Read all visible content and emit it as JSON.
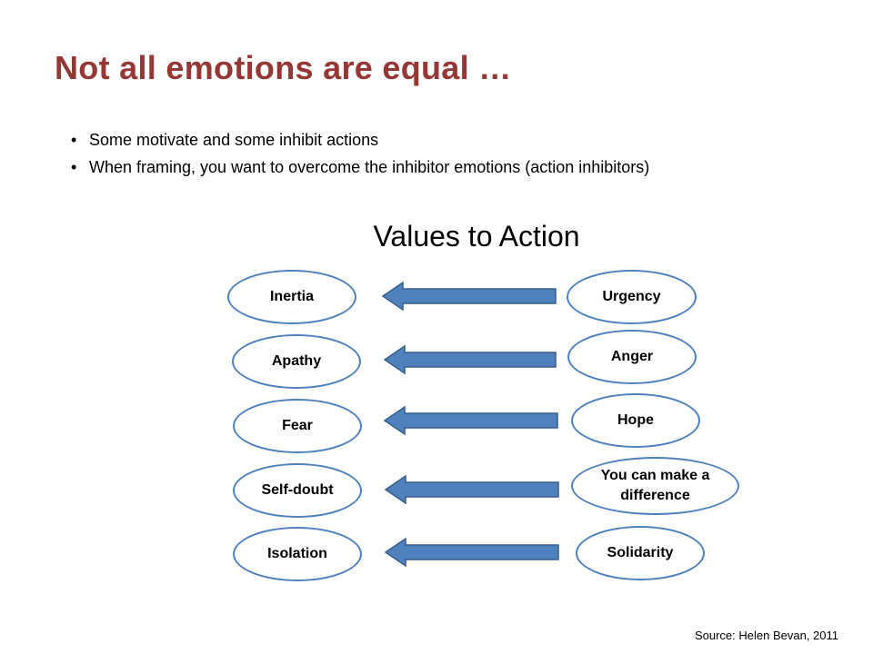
{
  "slide": {
    "title": "Not all emotions are equal …",
    "bullets": [
      "Some motivate and some inhibit actions",
      "When framing, you want to overcome the inhibitor emotions (action inhibitors)"
    ],
    "source": "Source:  Helen Bevan, 2011"
  },
  "diagram": {
    "title": "Values to Action",
    "inhibitors": [
      "Inertia",
      "Apathy",
      "Fear",
      "Self-doubt",
      "Isolation"
    ],
    "motivators": [
      "Urgency",
      "Anger",
      "Hope",
      "You can make a difference",
      "Solidarity"
    ],
    "colors": {
      "arrow": "#4f81bd",
      "arrow_stroke": "#385d8a",
      "oval_border": "#4f81bd",
      "title": "#953735"
    }
  }
}
